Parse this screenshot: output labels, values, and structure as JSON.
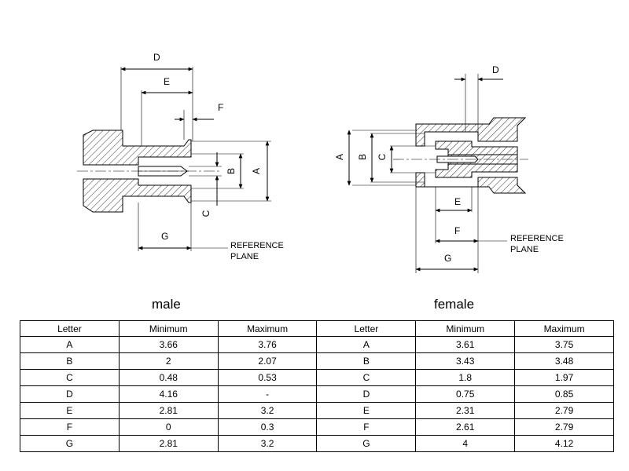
{
  "drawing": {
    "male": {
      "dims": {
        "A": "A",
        "B": "B",
        "C": "C",
        "D": "D",
        "E": "E",
        "F": "F",
        "G": "G"
      },
      "reference_plane": [
        "REFERENCE",
        "PLANE"
      ]
    },
    "female": {
      "dims": {
        "A": "A",
        "B": "B",
        "C": "C",
        "D": "D",
        "E": "E",
        "F": "F",
        "G": "G"
      },
      "reference_plane": [
        "REFERENCE",
        "PLANE"
      ]
    }
  },
  "captions": {
    "male": "male",
    "female": "female"
  },
  "table": {
    "headers": [
      "Letter",
      "Minimum",
      "Maximum",
      "Letter",
      "Minimum",
      "Maximum"
    ],
    "rows": [
      [
        "A",
        "3.66",
        "3.76",
        "A",
        "3.61",
        "3.75"
      ],
      [
        "B",
        "2",
        "2.07",
        "B",
        "3.43",
        "3.48"
      ],
      [
        "C",
        "0.48",
        "0.53",
        "C",
        "1.8",
        "1.97"
      ],
      [
        "D",
        "4.16",
        "-",
        "D",
        "0.75",
        "0.85"
      ],
      [
        "E",
        "2.81",
        "3.2",
        "E",
        "2.31",
        "2.79"
      ],
      [
        "F",
        "0",
        "0.3",
        "F",
        "2.61",
        "2.79"
      ],
      [
        "G",
        "2.81",
        "3.2",
        "G",
        "4",
        "4.12"
      ]
    ]
  }
}
